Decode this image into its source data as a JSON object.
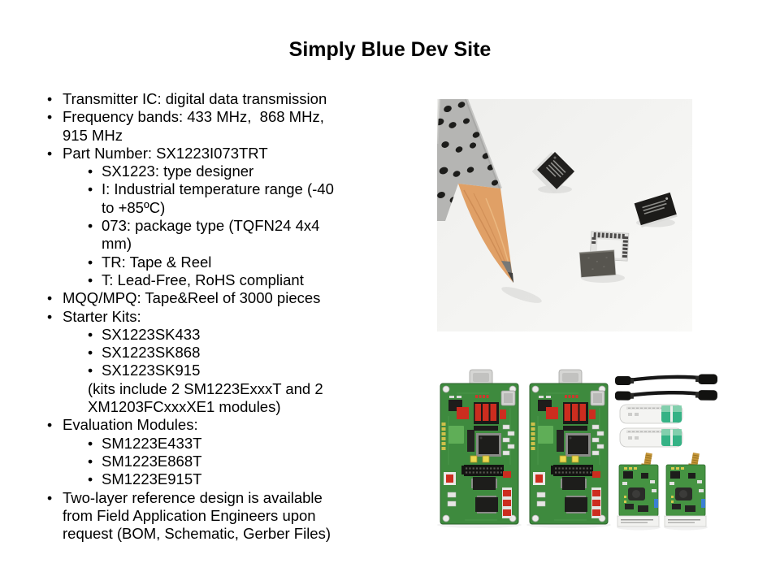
{
  "slide": {
    "title": "Simply Blue Dev Site",
    "bullet_glyph": "•",
    "bullets": [
      {
        "level": 1,
        "lines": [
          "Transmitter IC: digital data transmission"
        ]
      },
      {
        "level": 1,
        "lines": [
          "Frequency bands: 433 MHz,  868 MHz,",
          "915 MHz"
        ]
      },
      {
        "level": 1,
        "lines": [
          "Part Number: SX1223I073TRT"
        ]
      },
      {
        "level": 2,
        "lines": [
          "SX1223: type designer"
        ]
      },
      {
        "level": 2,
        "lines": [
          "I: Industrial temperature range (-40",
          "to +85ºC)"
        ]
      },
      {
        "level": 2,
        "lines": [
          "073: package type (TQFN24 4x4",
          "mm)"
        ]
      },
      {
        "level": 2,
        "lines": [
          "TR: Tape & Reel"
        ]
      },
      {
        "level": 2,
        "lines": [
          "T: Lead-Free, RoHS compliant"
        ]
      },
      {
        "level": 1,
        "lines": [
          "MQQ/MPQ: Tape&Reel of 3000 pieces"
        ]
      },
      {
        "level": 1,
        "lines": [
          "Starter Kits:"
        ]
      },
      {
        "level": 2,
        "lines": [
          "SX1223SK433"
        ]
      },
      {
        "level": 2,
        "lines": [
          "SX1223SK868"
        ]
      },
      {
        "level": 2,
        "lines": [
          "SX1223SK915"
        ]
      },
      {
        "level": 0,
        "lines": [
          "(kits include 2 SM1223ExxxT and 2",
          "XM1203FCxxxXE1 modules)"
        ]
      },
      {
        "level": 1,
        "lines": [
          "Evaluation Modules:"
        ]
      },
      {
        "level": 2,
        "lines": [
          "SM1223E433T"
        ]
      },
      {
        "level": 2,
        "lines": [
          "SM1223E868T"
        ]
      },
      {
        "level": 2,
        "lines": [
          "SM1223E915T"
        ]
      },
      {
        "level": 1,
        "lines": [
          "Two-layer reference design is available",
          "from Field Application Engineers upon",
          "request (BOM, Schematic, Gerber Files)"
        ]
      }
    ]
  },
  "figures": {
    "top_photo_name": "pencil-and-rf-ic-chips-photo",
    "bottom_photo_name": "starter-kit-contents-photo"
  },
  "colors": {
    "text": "#000000",
    "photo_bg": "#f3f3f1",
    "pcb_green": "#3e8a3e",
    "pcb_green_light": "#5fae57",
    "jumper_red": "#cc2d1f",
    "ic_black": "#1d1d1b",
    "antenna_black": "#161616",
    "dongle_teal": "#35b285",
    "sma_gold": "#c49539",
    "pencil_gray": "#b5b5b3",
    "pencil_wood": "#e0a066",
    "led_yellow": "#ead84e",
    "component_blue": "#3b7fd4"
  }
}
